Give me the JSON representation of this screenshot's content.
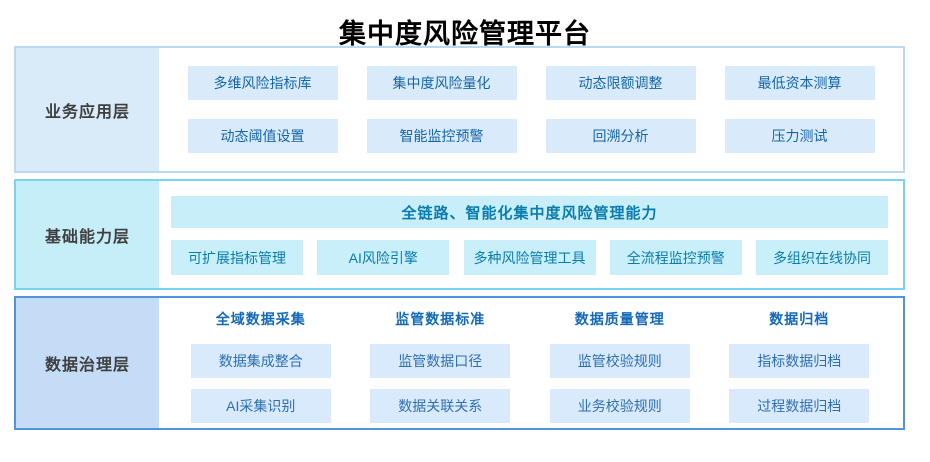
{
  "title": "集中度风险管理平台",
  "colors": {
    "business_border": "#bcd8f1",
    "business_side_bg": "#d9eaf9",
    "business_chip_bg": "#d9ebfb",
    "business_chip_text": "#1565a8",
    "capability_border": "#79d3f2",
    "capability_side_bg": "#c6eef9",
    "capability_chip_bg": "#c9f0fa",
    "capability_text": "#0a7cad",
    "data_border": "#4f94dd",
    "data_side_bg": "#c5dcf7",
    "data_chip_bg": "#d8eafc",
    "data_chip_text": "#2e6fb2",
    "data_header_text": "#1569b9",
    "side_label_text": "#3f3f3f",
    "title_text": "#000000"
  },
  "layers": [
    {
      "label": "业务应用层",
      "rows": [
        [
          "多维风险指标库",
          "集中度风险量化",
          "动态限额调整",
          "最低资本测算"
        ],
        [
          "动态阈值设置",
          "智能监控预警",
          "回溯分析",
          "压力测试"
        ]
      ]
    },
    {
      "label": "基础能力层",
      "banner": "全链路、智能化集中度风险管理能力",
      "items": [
        "可扩展指标管理",
        "AI风险引擎",
        "多种风险管理工具",
        "全流程监控预警",
        "多组织在线协同"
      ]
    },
    {
      "label": "数据治理层",
      "columns": [
        {
          "header": "全域数据采集",
          "items": [
            "数据集成整合",
            "AI采集识别"
          ]
        },
        {
          "header": "监管数据标准",
          "items": [
            "监管数据口径",
            "数据关联关系"
          ]
        },
        {
          "header": "数据质量管理",
          "items": [
            "监管校验规则",
            "业务校验规则"
          ]
        },
        {
          "header": "数据归档",
          "items": [
            "指标数据归档",
            "过程数据归档"
          ]
        }
      ]
    }
  ]
}
